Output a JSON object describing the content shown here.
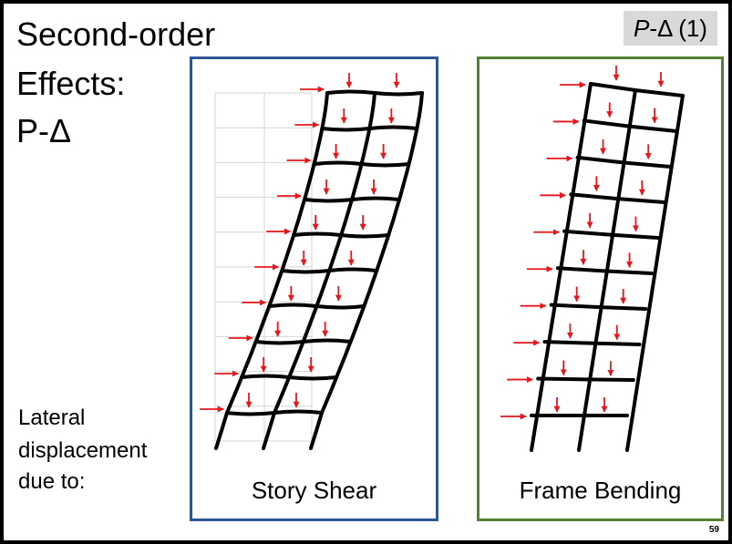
{
  "slide": {
    "title_lines": [
      "Second-order",
      "Effects:",
      "P-Δ"
    ],
    "badge": {
      "italic": "P",
      "rest": "-Δ (1)"
    },
    "caption_lines": [
      "Lateral",
      "displacement",
      "due to:"
    ],
    "panels": {
      "left": {
        "label": "Story Shear",
        "border_color": "#2f5597"
      },
      "right": {
        "label": "Frame Bending",
        "border_color": "#548235"
      }
    },
    "page_number": "59",
    "colors": {
      "frame": "#000000",
      "arrows": "#e8161b",
      "grid": "#d6d6d6"
    }
  }
}
